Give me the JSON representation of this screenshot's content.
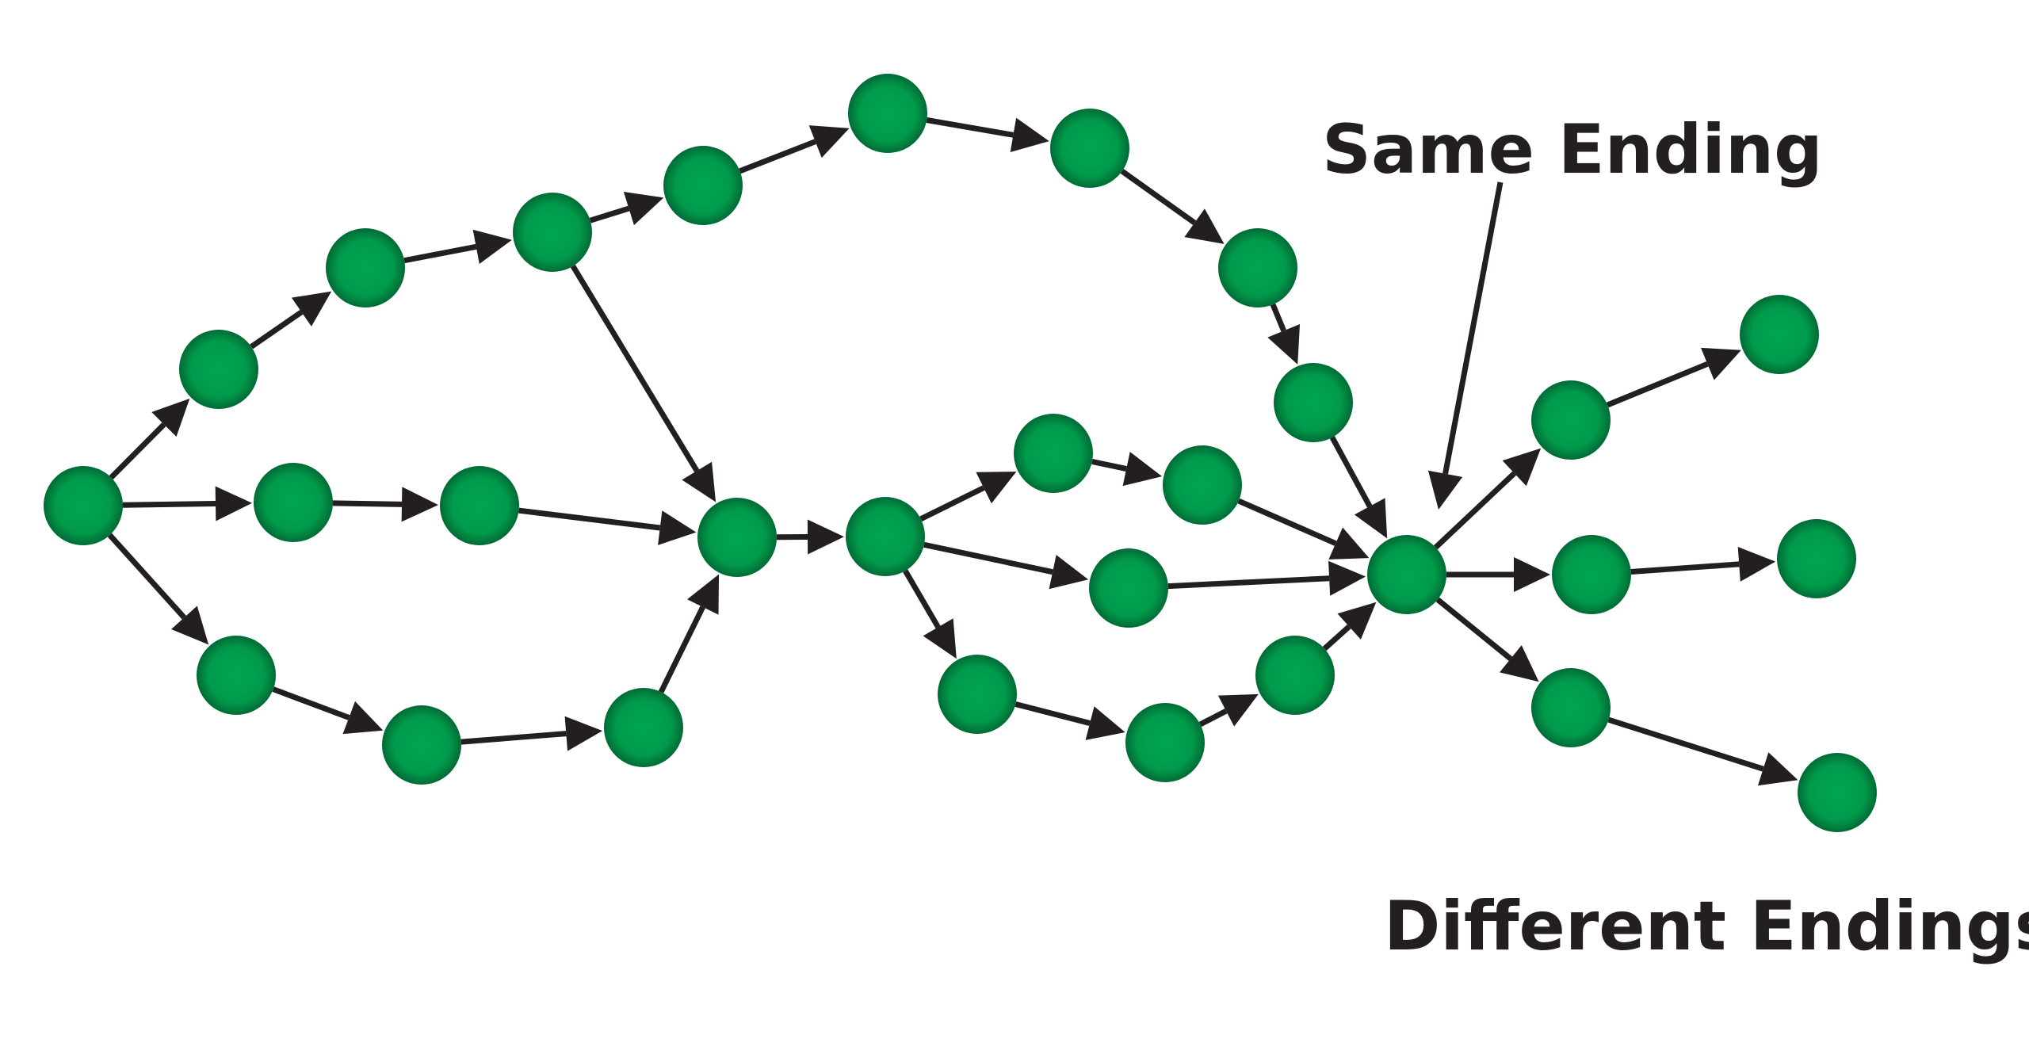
{
  "labels": {
    "same_ending": "Same Ending",
    "different_endings": "Different Endings"
  },
  "colors": {
    "node_center": "#00a651",
    "node_edge": "#006b35",
    "line": "#231f20",
    "background": "#ffffff"
  },
  "graph": {
    "nodes": [
      "n1",
      "n2",
      "n3",
      "n4",
      "n5",
      "n6",
      "n7",
      "n8",
      "n9",
      "n10",
      "n11",
      "n12",
      "n13",
      "n14",
      "n15",
      "n16",
      "n17",
      "n18",
      "n19",
      "n20",
      "n21",
      "n22",
      "n23",
      "n24",
      "n25",
      "n26",
      "n27",
      "n28",
      "n29",
      "n30",
      "n31"
    ],
    "edges": [
      [
        "n1",
        "n2"
      ],
      [
        "n2",
        "n3"
      ],
      [
        "n3",
        "n4"
      ],
      [
        "n4",
        "n5"
      ],
      [
        "n5",
        "n6"
      ],
      [
        "n6",
        "n7"
      ],
      [
        "n7",
        "n8"
      ],
      [
        "n8",
        "n9"
      ],
      [
        "n9",
        "n10"
      ],
      [
        "n1",
        "n11"
      ],
      [
        "n11",
        "n12"
      ],
      [
        "n12",
        "n13"
      ],
      [
        "n4",
        "n13"
      ],
      [
        "n1",
        "n14"
      ],
      [
        "n14",
        "n15"
      ],
      [
        "n15",
        "n16"
      ],
      [
        "n16",
        "n13"
      ],
      [
        "n13",
        "n17"
      ],
      [
        "n17",
        "n18"
      ],
      [
        "n18",
        "n19"
      ],
      [
        "n19",
        "n23"
      ],
      [
        "n17",
        "n20"
      ],
      [
        "n20",
        "n23"
      ],
      [
        "n17",
        "n21"
      ],
      [
        "n21",
        "n22"
      ],
      [
        "n22",
        "n24"
      ],
      [
        "n24",
        "n23"
      ],
      [
        "n10",
        "n23"
      ],
      [
        "n23",
        "n25"
      ],
      [
        "n25",
        "n26"
      ],
      [
        "n23",
        "n27"
      ],
      [
        "n27",
        "n28"
      ],
      [
        "n23",
        "n29"
      ],
      [
        "n29",
        "n30"
      ]
    ]
  }
}
